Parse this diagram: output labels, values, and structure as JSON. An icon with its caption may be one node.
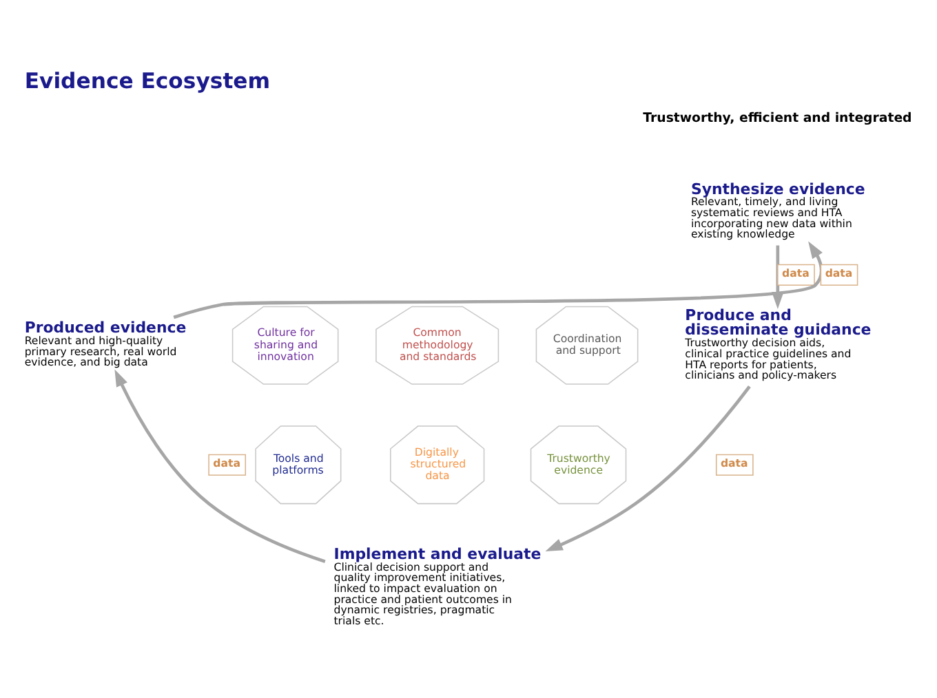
{
  "diagram": {
    "title": "Evidence Ecosystem",
    "nodes": [
      {
        "text": [
          "Synthesize evidence",
          "Relevant, timely, and living systematic reviews and HTA incorporating new data within existing knowledge"
        ]
      },
      {
        "text": [
          "Produce and disseminate guidance",
          "Trustworthy decision aids, clinical practice guidelines and HTA reports for patients, clinicians and policy-makers"
        ]
      },
      {
        "text": [
          "Implement and evaluate",
          "Clinical decision support and quality improvement initiatives, linked to impact evaluation on practice and patient outcomes in dynamic registries, pragmatic trials etc."
        ]
      },
      {
        "text": [
          "Produced evidence",
          "Relevant and high-quality primary research, real world evidence, and big data"
        ]
      },
      {
        "text": [
          "Common methodology and standards"
        ]
      },
      {
        "text": [
          "Culture for sharing and innovation"
        ]
      },
      {
        "text": [
          "Coordination and support"
        ]
      },
      {
        "text": [
          "Digitally structured data"
        ]
      },
      {
        "text": [
          "Tools and platforms"
        ]
      },
      {
        "text": [
          "Trustworthy evidence"
        ]
      }
    ],
    "edges": [
      {
        "from": 3,
        "to": 0,
        "arrow": "to",
        "label": "data"
      },
      {
        "from": 0,
        "to": 1,
        "arrow": "to",
        "label": "data"
      },
      {
        "from": 1,
        "to": 2,
        "arrow": "to",
        "label": "data"
      },
      {
        "from": 2,
        "to": 3,
        "arrow": "to",
        "label": "data"
      }
    ],
    "labels": [
      "Trustworthy, efficient and integrated"
    ]
  }
}
